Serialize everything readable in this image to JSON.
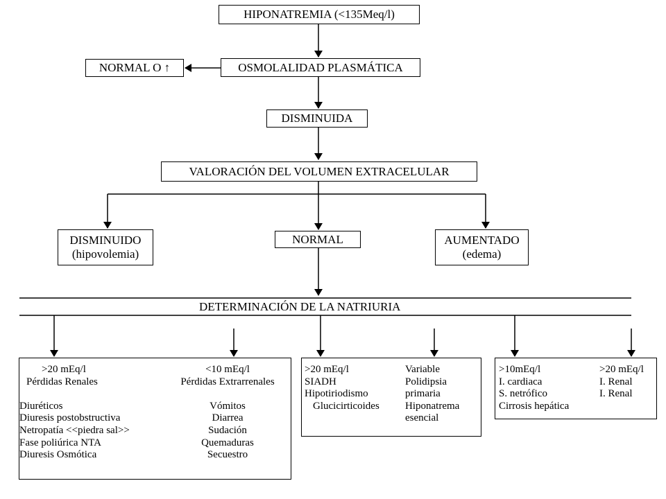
{
  "nodes": {
    "hiponatremia": "HIPONATREMIA (<135Meq/l)",
    "osmolalidad": "OSMOLALIDAD PLASMÁTICA",
    "normal_o_up": "NORMAL O ↑",
    "disminuida": "DISMINUIDA",
    "valoracion": "VALORACIÓN DEL VOLUMEN EXTRACELULAR",
    "disminuido": [
      "DISMINUIDO",
      "(hipovolemia)"
    ],
    "normal": "NORMAL",
    "aumentado": [
      "AUMENTADO",
      "(edema)"
    ],
    "natriuria": "DETERMINACIÓN DE LA NATRIURIA"
  },
  "panels": {
    "hipovolemia": {
      "renal": {
        "threshold": ">20 mEq/l",
        "title": "Pérdidas Renales",
        "causes": [
          "Diuréticos",
          "Diuresis postobstructiva",
          "Netropatía <<piedra sal>>",
          "Fase poliúrica NTA",
          "Diuresis Osmótica"
        ]
      },
      "extrarrenal": {
        "threshold": "<10 mEq/l",
        "title": "Pérdidas Extrarrenales",
        "causes": [
          "Vómitos",
          "Diarrea",
          "Sudación",
          "Quemaduras",
          "Secuestro"
        ]
      }
    },
    "normal": {
      "left": [
        ">20 mEq/l",
        "SIADH",
        "Hipotiriodismo",
        "Glucicirticoides"
      ],
      "right": [
        "Variable",
        "Polidipsia",
        "primaria",
        "Hiponatrema",
        "esencial"
      ]
    },
    "edema": {
      "left": [
        ">10mEq/l",
        "I. cardiaca",
        "S. netrófico",
        "Cirrosis hepática"
      ],
      "right": [
        ">20 mEq/l",
        "I. Renal",
        "I. Renal"
      ]
    }
  }
}
